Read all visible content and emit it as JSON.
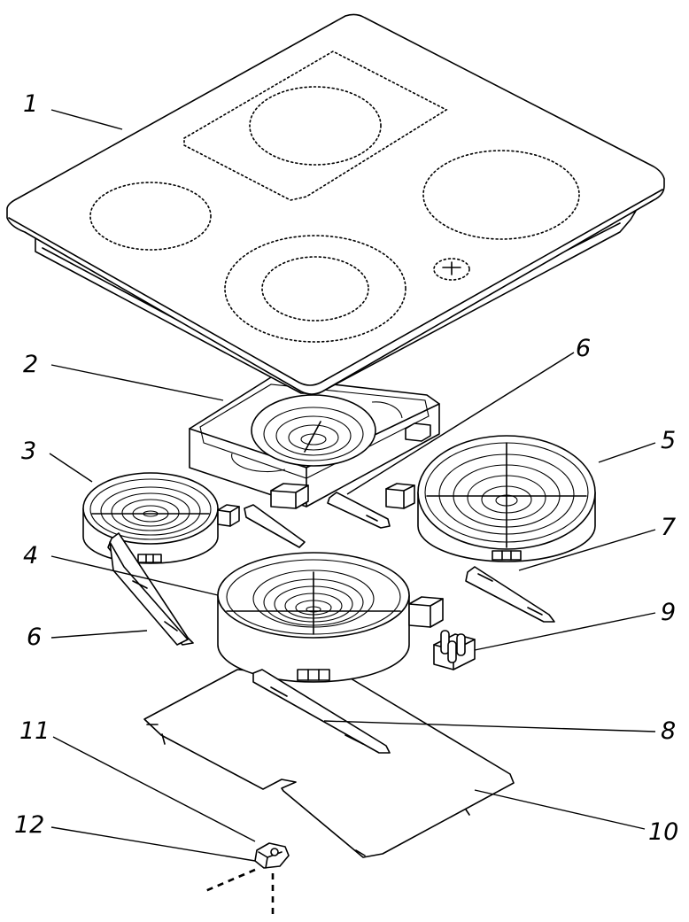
{
  "callouts": [
    {
      "id": "1",
      "text": "1"
    },
    {
      "id": "2",
      "text": "2"
    },
    {
      "id": "3",
      "text": "3"
    },
    {
      "id": "4",
      "text": "4"
    },
    {
      "id": "5",
      "text": "5"
    },
    {
      "id": "6a",
      "text": "6"
    },
    {
      "id": "6b",
      "text": "6"
    },
    {
      "id": "7",
      "text": "7"
    },
    {
      "id": "8",
      "text": "8"
    },
    {
      "id": "9",
      "text": "9"
    },
    {
      "id": "10",
      "text": "10"
    },
    {
      "id": "11",
      "text": "11"
    },
    {
      "id": "12",
      "text": "12"
    }
  ]
}
